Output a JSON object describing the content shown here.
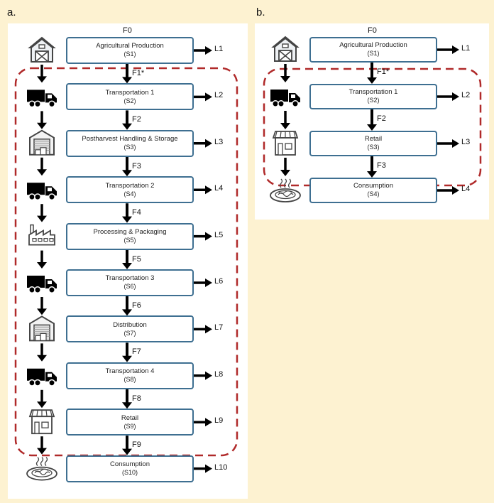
{
  "panels": [
    {
      "label": "a.",
      "top_flow": "F0",
      "stages": [
        {
          "name": "Agricultural Production",
          "id": "(S1)",
          "icon": "barn-icon",
          "loss": "L1",
          "flow_below": "F1*"
        },
        {
          "name": "Transportation 1",
          "id": "(S2)",
          "icon": "truck-icon",
          "loss": "L2",
          "flow_below": "F2"
        },
        {
          "name": "Postharvest Handling & Storage",
          "id": "(S3)",
          "icon": "warehouse-icon",
          "loss": "L3",
          "flow_below": "F3"
        },
        {
          "name": "Transportation 2",
          "id": "(S4)",
          "icon": "truck-icon",
          "loss": "L4",
          "flow_below": "F4"
        },
        {
          "name": "Processing & Packaging",
          "id": "(S5)",
          "icon": "factory-icon",
          "loss": "L5",
          "flow_below": "F5"
        },
        {
          "name": "Transportation 3",
          "id": "(S6)",
          "icon": "truck-icon",
          "loss": "L6",
          "flow_below": "F6"
        },
        {
          "name": "Distribution",
          "id": "(S7)",
          "icon": "warehouse-icon",
          "loss": "L7",
          "flow_below": "F7"
        },
        {
          "name": "Transportation 4",
          "id": "(S8)",
          "icon": "truck-icon",
          "loss": "L8",
          "flow_below": "F8"
        },
        {
          "name": "Retail",
          "id": "(S9)",
          "icon": "store-icon",
          "loss": "L9",
          "flow_below": "F9"
        },
        {
          "name": "Consumption",
          "id": "(S10)",
          "icon": "food-plate-icon",
          "loss": "L10",
          "flow_below": ""
        }
      ]
    },
    {
      "label": "b.",
      "top_flow": "F0",
      "stages": [
        {
          "name": "Agricultural Production",
          "id": "(S1)",
          "icon": "barn-icon",
          "loss": "L1",
          "flow_below": "F1*"
        },
        {
          "name": "Transportation 1",
          "id": "(S2)",
          "icon": "truck-icon",
          "loss": "L2",
          "flow_below": "F2"
        },
        {
          "name": "Retail",
          "id": "(S3)",
          "icon": "store-icon",
          "loss": "L3",
          "flow_below": "F3"
        },
        {
          "name": "Consumption",
          "id": "(S4)",
          "icon": "food-plate-icon",
          "loss": "L4",
          "flow_below": ""
        }
      ]
    }
  ],
  "colors": {
    "box_border": "#3e6f91",
    "dashed_boundary": "#b02a2a",
    "arrow": "#000000",
    "background": "#fdf2d1"
  }
}
